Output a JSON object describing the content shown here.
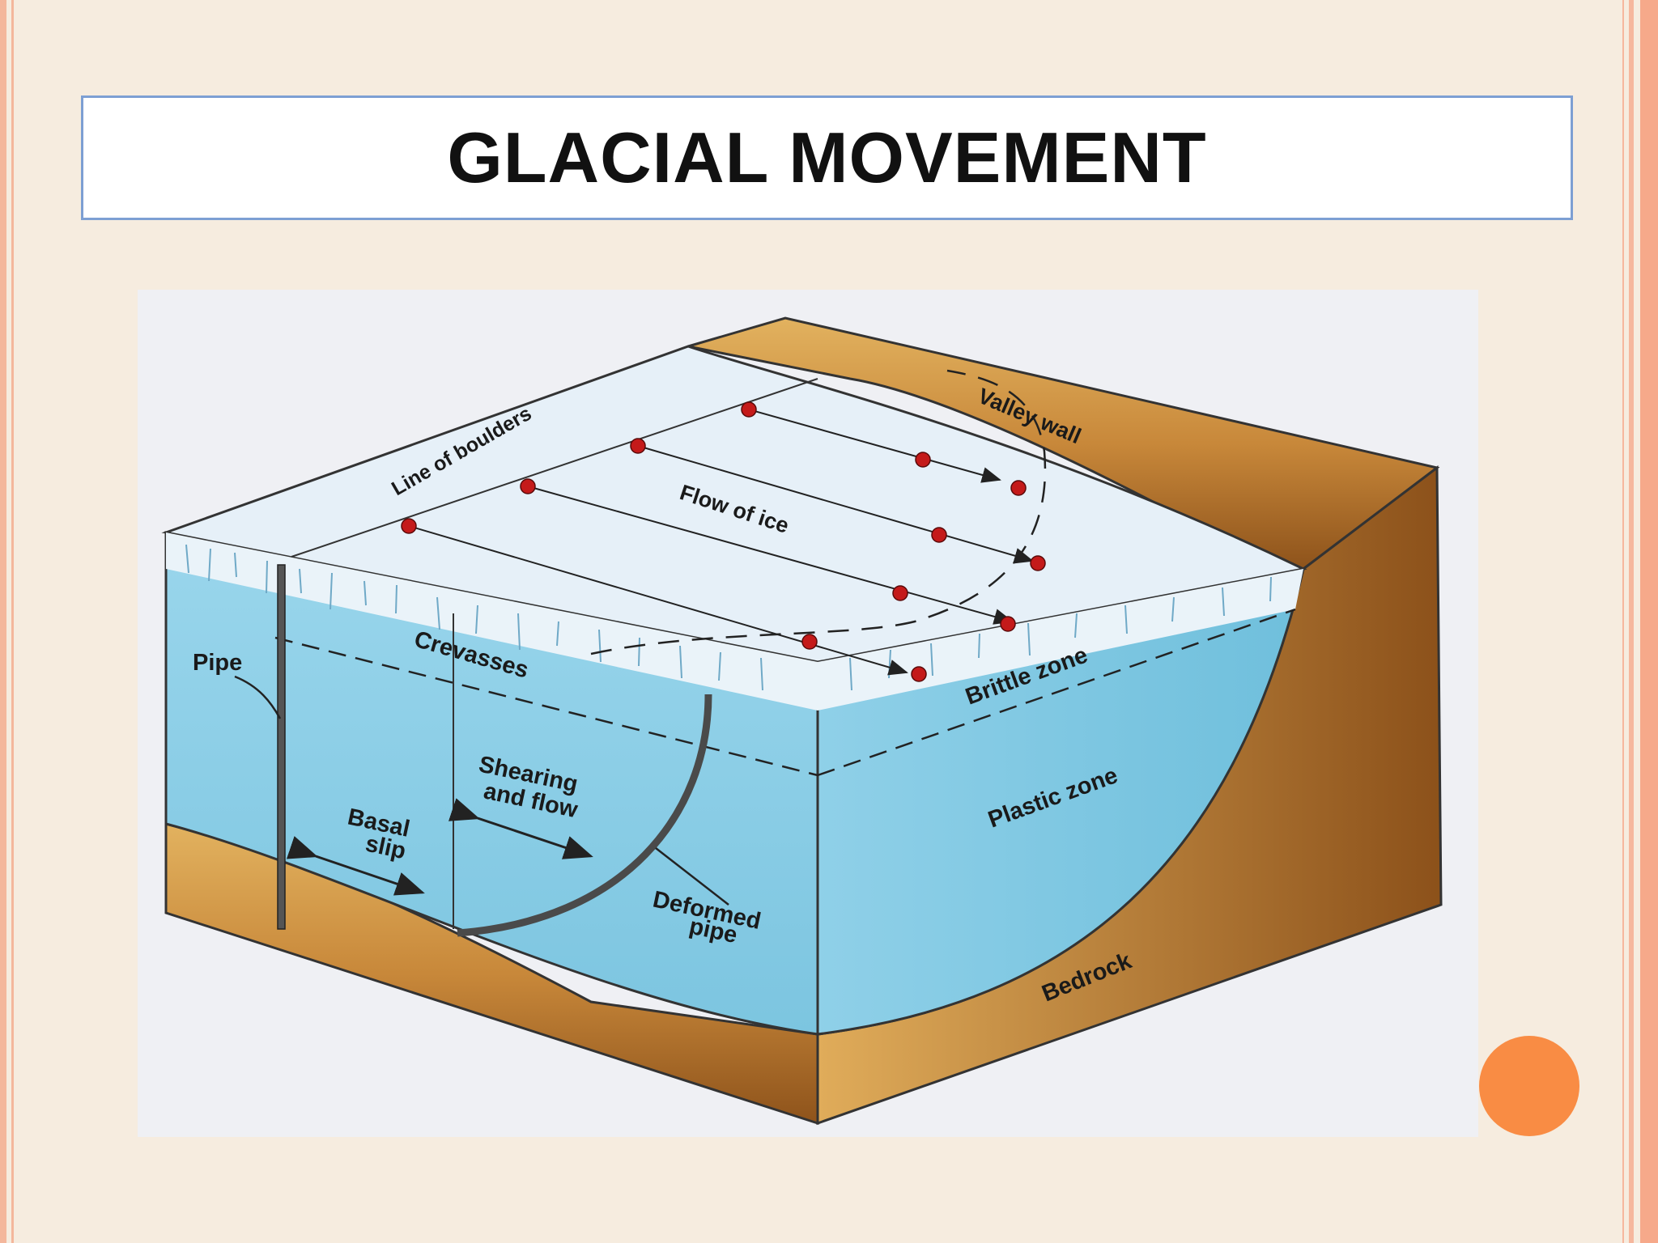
{
  "slide": {
    "title": "GLACIAL MOVEMENT"
  },
  "diagram": {
    "labels": {
      "valley_wall": "Valley wall",
      "line_of_boulders": "Line of boulders",
      "flow_of_ice": "Flow of ice",
      "pipe": "Pipe",
      "crevasses": "Crevasses",
      "brittle_zone": "Brittle zone",
      "plastic_zone": "Plastic zone",
      "shearing_1": "Shearing",
      "shearing_2": "and flow",
      "basal_1": "Basal",
      "basal_2": "slip",
      "deformed_1": "Deformed",
      "deformed_2": "pipe",
      "bedrock": "Bedrock"
    }
  },
  "colors": {
    "ice_surface": "#e6f0f8",
    "ice_body": "#8fd0e8",
    "bedrock": "#b5762f",
    "boulder": "#c41a1a",
    "accent_circle": "#f98c44",
    "title_border": "#7d9fd3"
  }
}
